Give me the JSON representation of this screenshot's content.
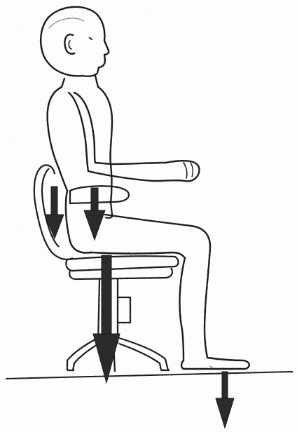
{
  "figure": {
    "subject": "seated-person-on-stool",
    "colors": {
      "ink": "#1a1a1a",
      "arrow": "#2b2b2b",
      "paper": "#fdfdfb",
      "speckle": "#c9c9c9"
    },
    "arrows": [
      {
        "name": "lower-back-load-arrow",
        "direction": "down"
      },
      {
        "name": "seat-load-arrow",
        "direction": "down"
      },
      {
        "name": "stool-column-load-arrow",
        "direction": "down"
      },
      {
        "name": "floor-reaction-arrow",
        "direction": "down"
      }
    ]
  }
}
